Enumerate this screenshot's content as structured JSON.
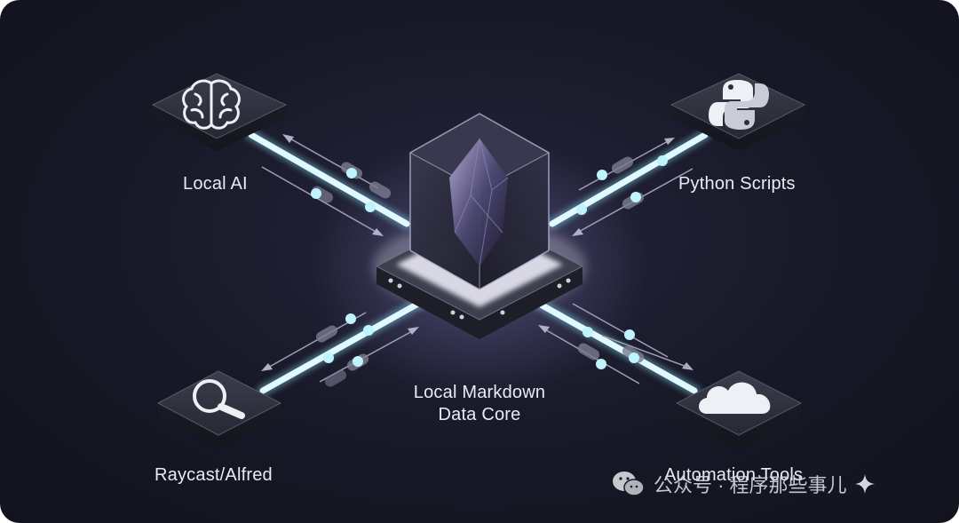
{
  "nodes": {
    "local_ai": "Local AI",
    "python_scripts": "Python Scripts",
    "raycast_alfred": "Raycast/Alfred",
    "automation_tools": "Automation Tools"
  },
  "core": {
    "line1": "Local Markdown",
    "line2": "Data Core"
  },
  "watermark": {
    "text": "公众号 · 程序那些事儿"
  },
  "colors": {
    "background": "#171826",
    "beam": "#bff4ff",
    "accent_glow": "#e8e6ff"
  },
  "icons": [
    "brain-icon",
    "python-icon",
    "search-icon",
    "cloud-icon",
    "crystal-icon"
  ]
}
